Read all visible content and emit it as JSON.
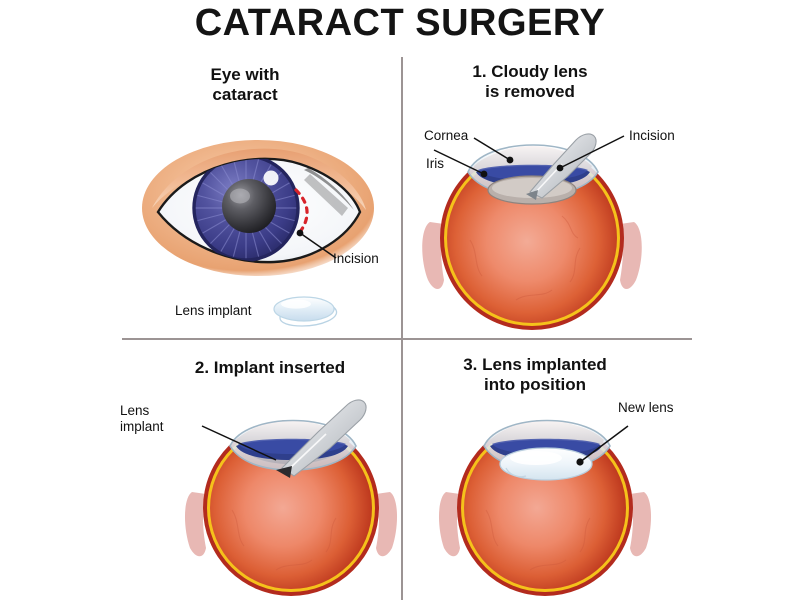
{
  "title": "CATARACT SURGERY",
  "colors": {
    "divider": "#9c9494",
    "text": "#111111",
    "skin_light": "#f6d2b4",
    "skin_mid": "#eeab7e",
    "skin_deep": "#e09163",
    "sclera": "#ffffff",
    "iris_blue": "#4a4b9e",
    "iris_blue_dark": "#31327a",
    "cataract_gray": "#4c4c50",
    "incision_red": "#d8232a",
    "lens_implant_blue": "#d9eaf5",
    "globe_outer_red": "#b32b1e",
    "globe_mid_orange": "#e1622f",
    "globe_inner_pink": "#f09a8a",
    "globe_ring_yellow": "#f5c21b",
    "optic_nerve_yellow": "#f7d312",
    "muscle_pink": "#e8b8b4",
    "cornea_fill": "#eef4f8",
    "instrument_silver": "#d8dadd"
  },
  "panels": [
    {
      "id": "q1",
      "heading": "Eye with\ncataract",
      "labels": [
        {
          "name": "incision",
          "text": "Incision"
        },
        {
          "name": "lens-implant",
          "text": "Lens implant"
        }
      ]
    },
    {
      "id": "q2",
      "heading": "1.  Cloudy lens\nis removed",
      "labels": [
        {
          "name": "cornea",
          "text": "Cornea"
        },
        {
          "name": "iris",
          "text": "Iris"
        },
        {
          "name": "incision",
          "text": "Incision"
        }
      ]
    },
    {
      "id": "q3",
      "heading": "2. Implant inserted",
      "labels": [
        {
          "name": "lens-implant",
          "text": "Lens\nimplant"
        }
      ]
    },
    {
      "id": "q4",
      "heading": "3. Lens implanted\ninto position",
      "labels": [
        {
          "name": "new-lens",
          "text": "New lens"
        }
      ]
    }
  ]
}
